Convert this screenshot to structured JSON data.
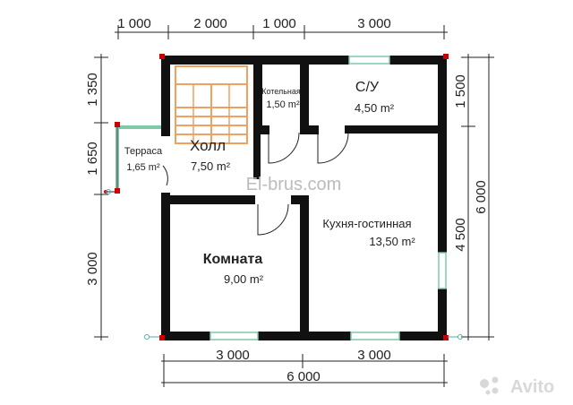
{
  "dimensions": {
    "top": [
      "1 000",
      "2 000",
      "1 000",
      "3 000"
    ],
    "bottom_segments": [
      "3 000",
      "3 000"
    ],
    "bottom_total": "6 000",
    "left": [
      "1 350",
      "1 650",
      "3 000"
    ],
    "right_segments": [
      "1 500",
      "4 500"
    ],
    "right_total": "6 000"
  },
  "rooms": {
    "hall": {
      "name": "Холл",
      "area": "7,50 m²"
    },
    "terrace": {
      "name": "Терраса",
      "area": "1,65 m²"
    },
    "boiler": {
      "name": "Котельная",
      "area": "1,50 m²"
    },
    "bathroom": {
      "name": "С/У",
      "area": "4,50 m²"
    },
    "kitchen": {
      "name": "Кухня-гостинная",
      "area": "13,50 m²"
    },
    "room": {
      "name": "Комната",
      "area": "9,00 m²"
    }
  },
  "watermarks": {
    "site": "El-brus.com",
    "brand": "Avito"
  },
  "colors": {
    "wall": "#111111",
    "stairs": "#f0a060",
    "window": "#7fc9a8",
    "corner": "#cc0000"
  }
}
